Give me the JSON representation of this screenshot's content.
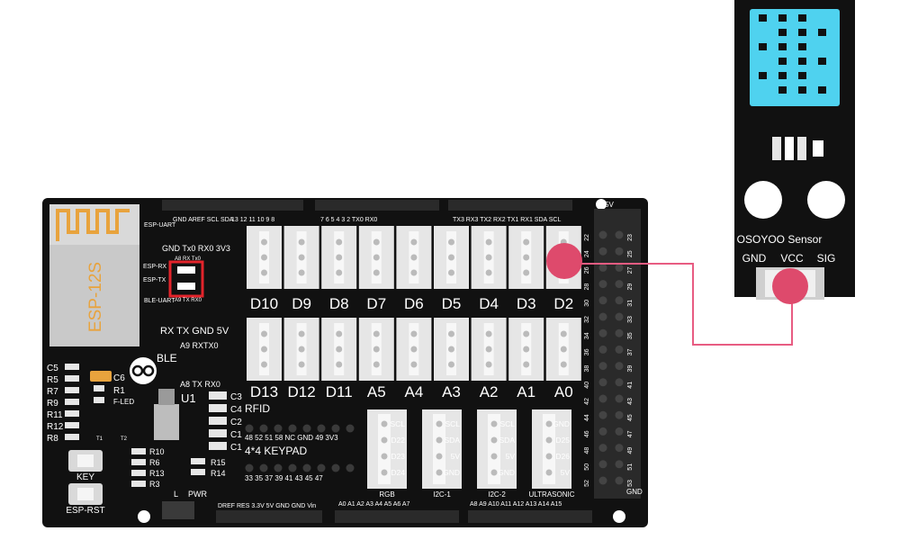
{
  "colors": {
    "board": "#111111",
    "header": "#2a2a2a",
    "connector": "#e6e6e6",
    "esp_body": "#c9c9c9",
    "esp_label": "#e8a33d",
    "sensor_body": "#111111",
    "sensor_grid": "#4fd2ef",
    "wire": "#e85c82",
    "marker": "#de4a6c",
    "highlight_box": "#e3242b",
    "white": "#ffffff"
  },
  "board": {
    "esp_module": "ESP-12S",
    "esp_uart": "ESP-UART",
    "gnd_tx_rx_3v3": "GND Tx0  RX0 3V3",
    "esp_rx": "ESP-RX",
    "esp_tx": "ESP-TX",
    "a8_rx_tx0": "A8   RX   Tx0",
    "a9_tx_rx0": "A9   TX   RX0",
    "ble_uart": "BLE-UART",
    "rx_tx_gnd_5v": "RX TX GND 5V",
    "a9_rx_tx0": "A9 RXTX0",
    "ble": "BLE",
    "a8_tx_rx0": "A8  TX  RX0",
    "u1": "U1",
    "f_led": "F-LED",
    "key": "KEY",
    "esp_rst": "ESP-RST",
    "l": "L",
    "pwr": "PWR",
    "t1": "T1",
    "t2": "T2",
    "five_v_top": "5V",
    "gnd_right": "GND",
    "rfid": "RFID",
    "rfid_pins": "48 52  51  58  NC GND  49  3V3",
    "keypad": "4*4 KEYPAD",
    "keypad_pins": "33 35  37  39  41  43  45  47",
    "top_pins_left": "GND AREF SCL SDA",
    "top_pins_mid": "13  12  11  10   9    8",
    "top_pins_mid2": "7    6    5    4    3    2    TX0  RX0",
    "top_pins_right": "TX3 RX3 TX2 RX2 TX1 RX1 SDA SCL",
    "bottom_pins_power": "DREF RES 3.3V 5V  GND GND Vin",
    "bottom_pins_a0": "A0  A1  A2  A3  A4  A5  A6  A7",
    "bottom_pins_a8": "A8  A9  A10  A11  A12  A13  A14  A15",
    "side_numbers_left": [
      "22",
      "24",
      "26",
      "28",
      "30",
      "32",
      "34",
      "36",
      "38",
      "40",
      "42",
      "44",
      "46",
      "48",
      "50",
      "52"
    ],
    "side_numbers_right": [
      "23",
      "25",
      "27",
      "29",
      "31",
      "33",
      "35",
      "37",
      "39",
      "41",
      "43",
      "45",
      "47",
      "49",
      "51",
      "53"
    ],
    "left_components": [
      "C5",
      "R5",
      "R7",
      "R9",
      "R11",
      "R12",
      "R8"
    ],
    "c6": "C6",
    "r1": "R1",
    "right_caps": [
      "C3",
      "C4",
      "C2",
      "C1",
      "C1"
    ],
    "lower_resistors": [
      "R10",
      "R6",
      "R13",
      "R3"
    ],
    "r15": "R15",
    "r14": "R14",
    "digital_row1": [
      "D10",
      "D9",
      "D8",
      "D7",
      "D6",
      "D5",
      "D4",
      "D3",
      "D2"
    ],
    "digital_row2": [
      "D13",
      "D12",
      "D11",
      "A5",
      "A4",
      "A3",
      "A2",
      "A1",
      "A0"
    ],
    "modules": [
      {
        "name": "RGB",
        "pins": [
          "SCL",
          "D22",
          "D23",
          "D24"
        ]
      },
      {
        "name": "I2C-1",
        "pins": [
          "SCL",
          "SDA",
          "5V",
          "GND"
        ]
      },
      {
        "name": "I2C-2",
        "pins": [
          "SCL",
          "SDA",
          "5V",
          "GND"
        ]
      },
      {
        "name": "ULTRASONIC",
        "pins": [
          "GND",
          "D25",
          "D26",
          "5V"
        ]
      }
    ]
  },
  "sensor": {
    "brand": "OSOYOO Sensor",
    "pin_gnd": "GND",
    "pin_vcc": "VCC",
    "pin_sig": "SIG"
  }
}
